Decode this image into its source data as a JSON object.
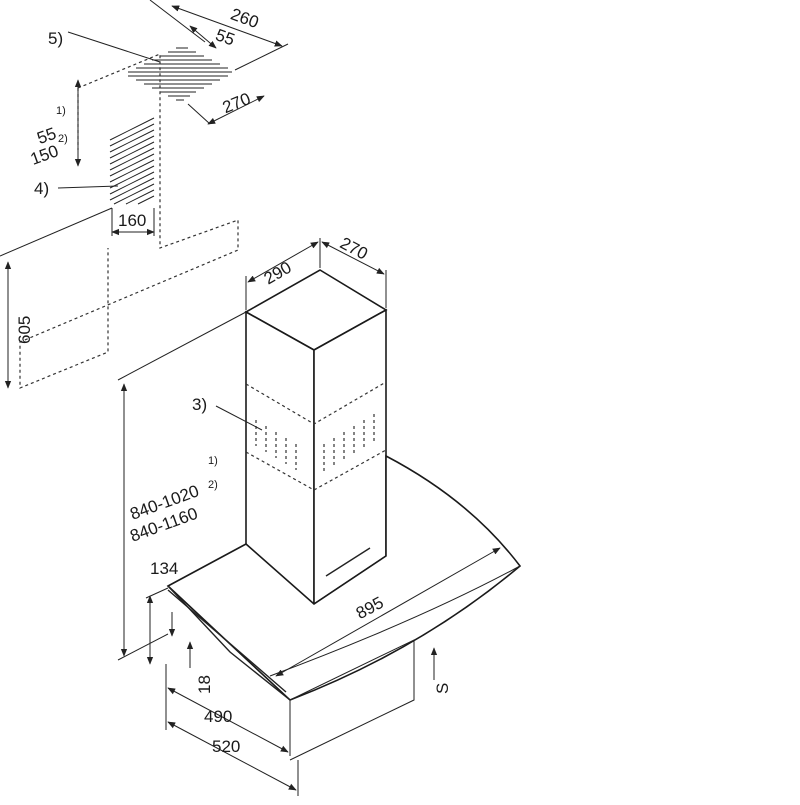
{
  "callouts": {
    "c5": "5)",
    "c4": "4)",
    "c3": "3)"
  },
  "dims": {
    "d260": "260",
    "d55_top": "55",
    "d270_grille": "270",
    "d55_mount": "55",
    "d150_mount": "150",
    "sup1": "1)",
    "sup2": "2)",
    "d160": "160",
    "d605": "605",
    "d290": "290",
    "d270_chimney": "270",
    "h1": "840-1020",
    "h2": "840-1160",
    "d134": "134",
    "d895": "895",
    "d18": "18",
    "d490": "490",
    "d520": "520",
    "s": "S"
  }
}
